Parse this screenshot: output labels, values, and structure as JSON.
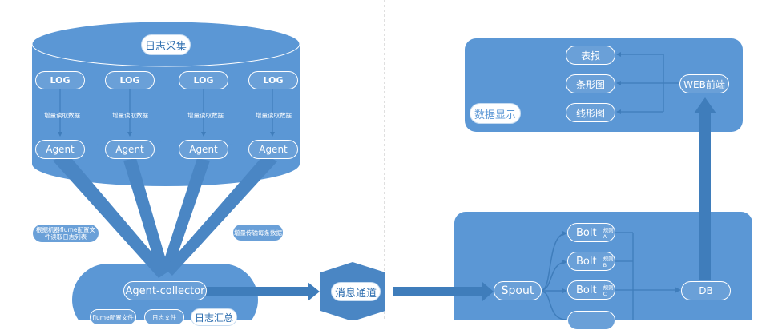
{
  "colors": {
    "panel": "#5b97d5",
    "panel_dark": "#4a86c4",
    "arrow": "#3f7dbb",
    "divider": "#bfbfbf",
    "text_white": "#ffffff",
    "text_blue": "#2f6fb0"
  },
  "collection": {
    "title": "日志采集",
    "logs": [
      "LOG",
      "LOG",
      "LOG",
      "LOG"
    ],
    "step_labels": [
      "增量读取数据",
      "增量读取数据",
      "增量读取数据",
      "增量读取数据"
    ],
    "agents": [
      "Agent",
      "Agent",
      "Agent",
      "Agent"
    ]
  },
  "side_notes": {
    "left": "根据机器flume配置文件读取日志列表",
    "right": "增量传输每条数据"
  },
  "aggregation": {
    "collector": "Agent-collector",
    "chips": [
      "flume配置文件",
      "日志文件"
    ],
    "title": "日志汇总"
  },
  "channel": {
    "label": "消息通道"
  },
  "processing": {
    "spout": "Spout",
    "bolts": [
      {
        "name": "Bolt",
        "rule": "规则A"
      },
      {
        "name": "Bolt",
        "rule": "规则B"
      },
      {
        "name": "Bolt",
        "rule": "规则C"
      }
    ],
    "db": "DB"
  },
  "display": {
    "outputs": [
      "表报",
      "条形图",
      "线形图"
    ],
    "frontend": "WEB前端",
    "title": "数据显示"
  }
}
